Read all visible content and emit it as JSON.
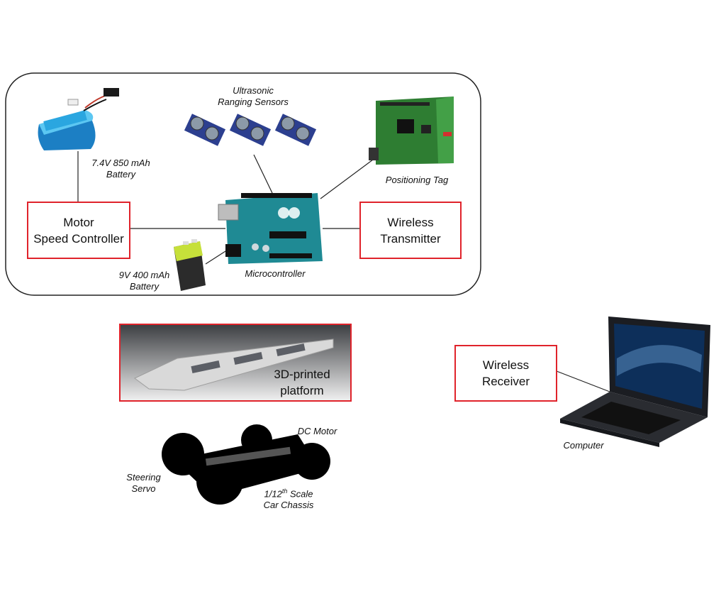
{
  "enclosure": {
    "motor_controller": [
      "Motor",
      "Speed Controller"
    ],
    "wireless_transmitter": [
      "Wireless",
      "Transmitter"
    ],
    "battery_74": [
      "7.4V 850 mAh",
      "Battery"
    ],
    "battery_9v": [
      "9V 400 mAh",
      "Battery"
    ],
    "ultrasonic": [
      "Ultrasonic",
      "Ranging Sensors"
    ],
    "positioning_tag": "Positioning Tag",
    "microcontroller": "Microcontroller"
  },
  "platform": [
    "3D-printed",
    "platform"
  ],
  "chassis": {
    "dc_motor": "DC Motor",
    "steering_servo": [
      "Steering",
      "Servo"
    ],
    "scale_prefix": "1/12",
    "scale_sup": "th",
    "scale_suffix": " Scale",
    "car_chassis": "Car Chassis"
  },
  "receiver": {
    "wireless_receiver": [
      "Wireless",
      "Receiver"
    ],
    "computer": "Computer"
  },
  "colors": {
    "box_border": "#e0232b",
    "arduino_board": "#1f8a94",
    "pcb_green": "#2e7d32",
    "battery_blue": "#2aa6e0",
    "battery_9v_accent": "#c6e03a",
    "sensor_blue": "#2c3f8f"
  }
}
